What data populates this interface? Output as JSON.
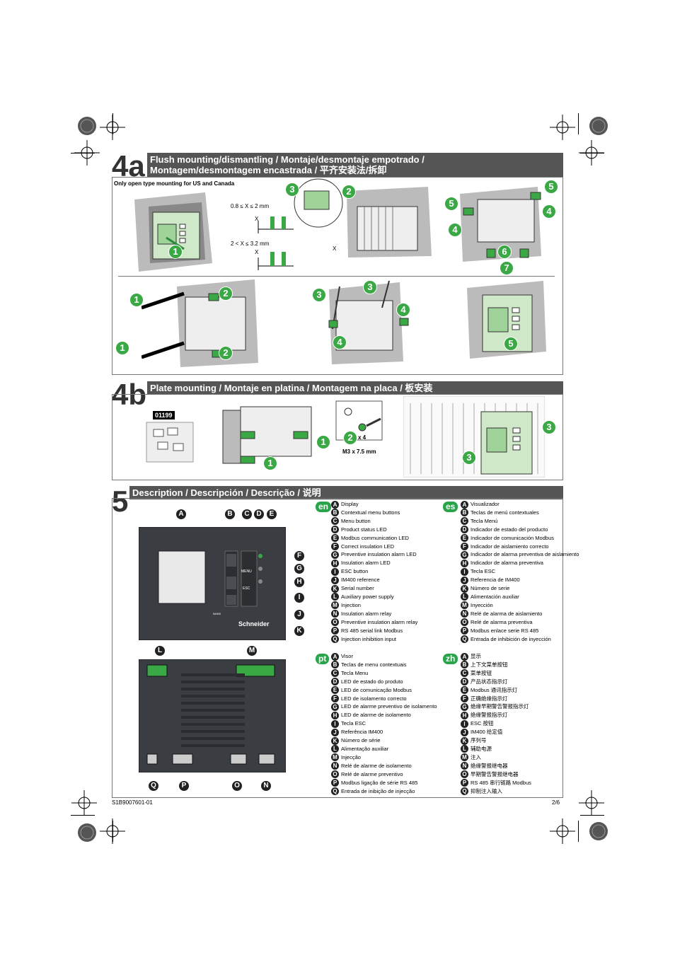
{
  "s4a": {
    "number": "4a",
    "title_line1": "Flush mounting/dismantling / Montaje/desmontaje empotrado /",
    "title_line2": "Montagem/desmontagem encastrada / 平齐安装法/拆卸",
    "note": "Only open type mounting for US and Canada",
    "dim1": "0.8 ≤ X ≤ 2 mm",
    "dim2": "2 < X ≤ 3.2 mm",
    "xlabel": "X"
  },
  "s4b": {
    "number": "4b",
    "title": "Plate mounting / Montaje en platina / Montagem na placa / 板安装",
    "ref": "01199",
    "qty": "x 4",
    "screw": "M3 x 7.5 mm"
  },
  "s5": {
    "number": "5",
    "title": "Description / Descripción / Descrição / 说明",
    "device_menu": "MENU",
    "device_esc": "ESC",
    "device_brand": "Schneider",
    "device_im": "IM400"
  },
  "legend": {
    "en": {
      "code": "en",
      "items": [
        "Display",
        "Contextual menu buttons",
        "Menu button",
        "Product status LED",
        "Modbus communication LED",
        "Correct insulation LED",
        "Preventive insulation alarm LED",
        "Insulation alarm LED",
        "ESC button",
        "IM400 reference",
        "Serial number",
        "Auxiliary power supply",
        "Injection",
        "Insulation alarm relay",
        "Preventive insulation alarm relay",
        "RS 485 serial link Modbus",
        "Injection inhibition input"
      ]
    },
    "es": {
      "code": "es",
      "items": [
        "Visualizador",
        "Teclas de menú contextuales",
        "Tecla Menú",
        "Indicador de estado del producto",
        "Indicador de comunicación Modbus",
        "Indicador de aislamiento correcto",
        "Indicador de alarma preventiva de aislamiento",
        "Indicador de alarma preventiva",
        "Tecla ESC",
        "Referencia de IM400",
        "Número de serie",
        "Alimentación auxiliar",
        "Inyección",
        "Relé de alarma de aislamiento",
        "Relé de alarma preventiva",
        "Modbus enlace serie RS 485",
        "Entrada de inhibición de inyección"
      ]
    },
    "pt": {
      "code": "pt",
      "items": [
        "Visor",
        "Teclas de menu contextuais",
        "Tecla Menu",
        "LED de estado do produto",
        "LED de comunicação Modbus",
        "LED de isolamento correcto",
        "LED de alarme preventivo de isolamento",
        "LED de alarme de isolamento",
        "Tecla ESC",
        "Referência IM400",
        "Número de série",
        "Alimentação auxiliar",
        "Injecção",
        "Relé de alarme de isolamento",
        "Relé de alarme preventivo",
        "Modbus ligação de série RS 485",
        "Entrada de inibição de injecção"
      ]
    },
    "zh": {
      "code": "zh",
      "items": [
        "显示",
        "上下文菜单按钮",
        "菜单按钮",
        "产品状态指示灯",
        "Modbus 通讯指示灯",
        "正确绝缘指示灯",
        "绝缘早期警告警报指示灯",
        "绝缘警报指示灯",
        "ESC 按钮",
        "IM400 给定值",
        "序列号",
        "辅助电源",
        "注入",
        "绝缘警报继电器",
        "早期警告警报继电器",
        "RS 485 串行链路 Modbus",
        "抑制注入输入"
      ]
    }
  },
  "letters": [
    "A",
    "B",
    "C",
    "D",
    "E",
    "F",
    "G",
    "H",
    "I",
    "J",
    "K",
    "L",
    "M",
    "N",
    "O",
    "P",
    "Q"
  ],
  "footer": {
    "doc": "S1B9007601-01",
    "page": "2/6"
  }
}
